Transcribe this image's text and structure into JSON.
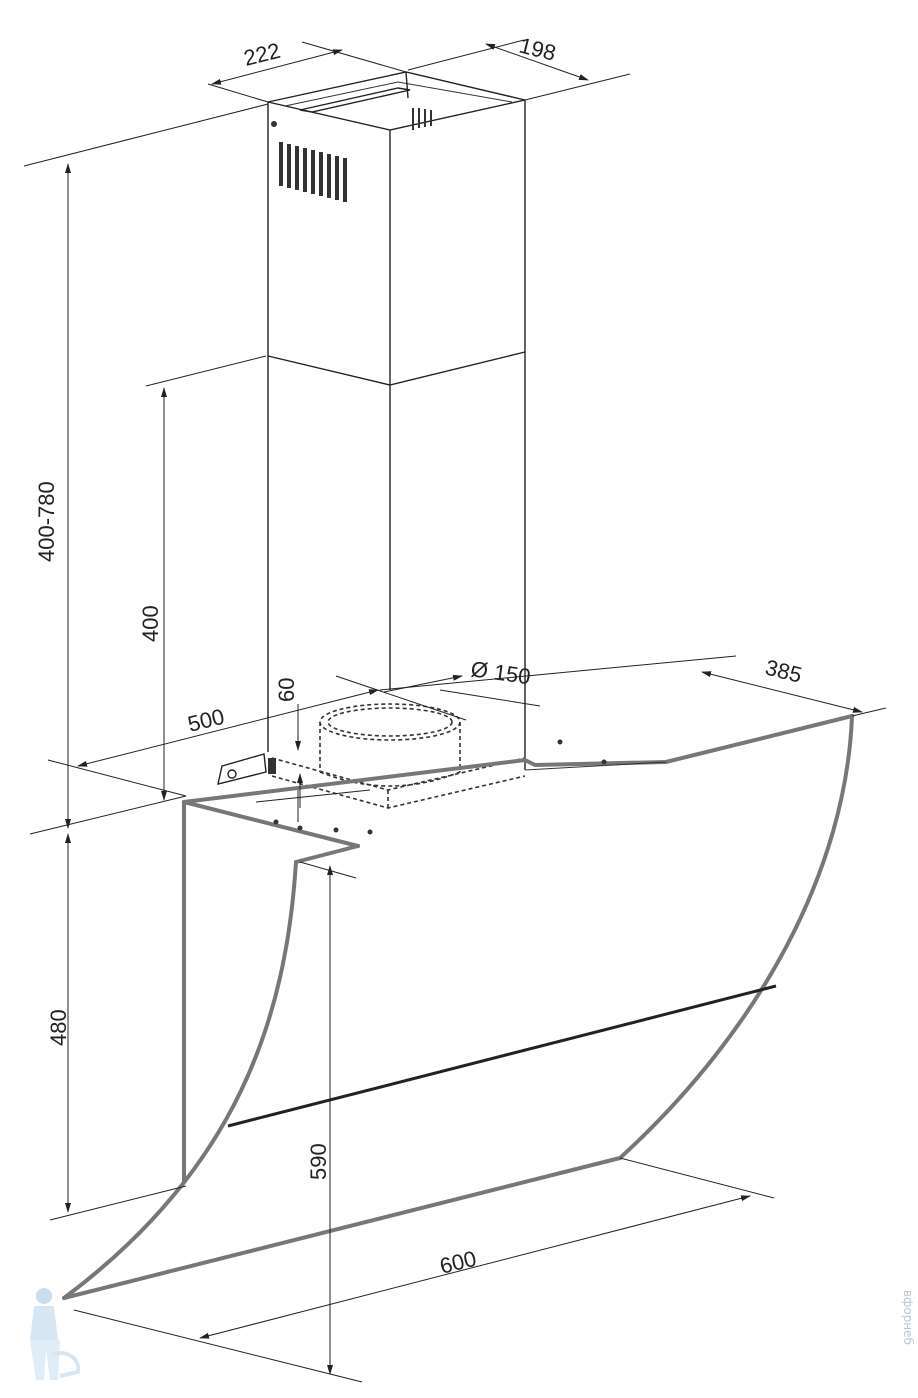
{
  "dimensions": {
    "chimney_width": "222",
    "chimney_depth": "198",
    "chimney_height_range": "400-780",
    "lower_chimney_height": "400",
    "duct_offset": "60",
    "duct_diameter": "Ø 150",
    "canopy_depth_top": "500",
    "canopy_side_depth": "385",
    "canopy_height": "480",
    "glass_height": "590",
    "canopy_width": "600"
  },
  "watermark": {
    "text": "вфорнеб"
  }
}
